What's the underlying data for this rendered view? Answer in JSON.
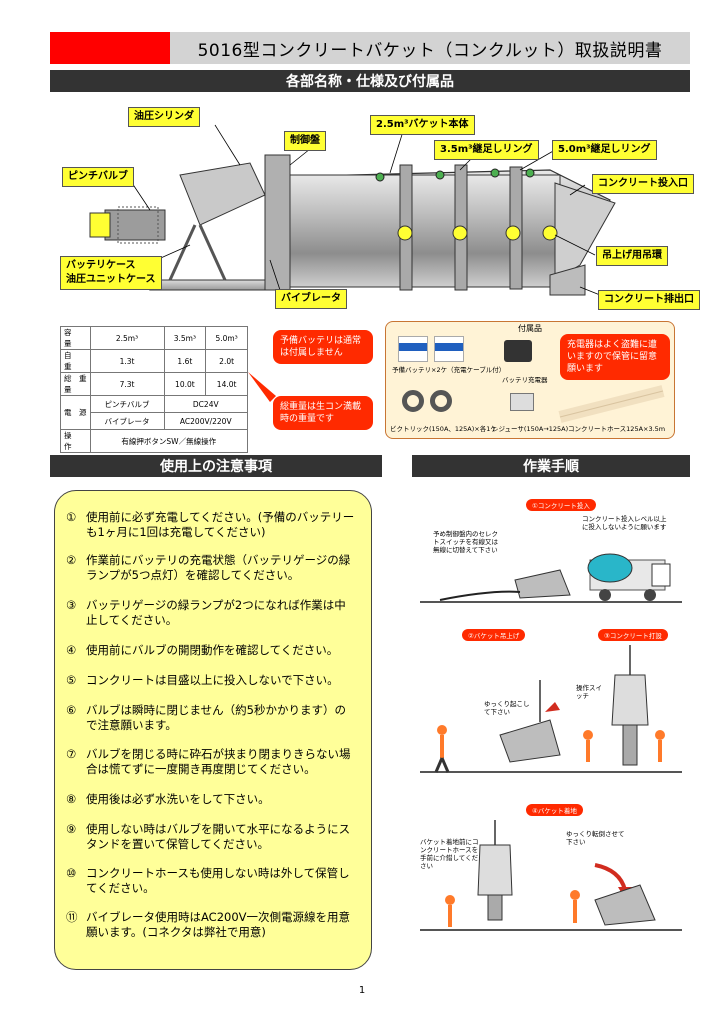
{
  "title": "5016型コンクリートバケット（コンクルット）取扱説明書",
  "section1": "各部名称・仕様及び付属品",
  "parts": {
    "hydraulic_cylinder": "油圧シリンダ",
    "control_panel": "制御盤",
    "bucket_body": "2.5m³バケット本体",
    "ext_ring_35": "3.5m³継足しリング",
    "ext_ring_50": "5.0m³継足しリング",
    "pinch_valve": "ピンチバルブ",
    "concrete_inlet": "コンクリート投入口",
    "battery_case": "バッテリケース",
    "hydraulic_unit_case": "油圧ユニットケース",
    "hook_ring": "吊上げ用吊環",
    "vibrator": "バイブレータ",
    "concrete_outlet": "コンクリート排出口"
  },
  "spec_table": {
    "header": [
      "容　　量",
      "2.5m³",
      "3.5m³",
      "5.0m³"
    ],
    "weight": [
      "自　　重",
      "1.3t",
      "1.6t",
      "2.0t"
    ],
    "gross": [
      "総　重　量",
      "7.3t",
      "10.0t",
      "14.0t"
    ],
    "power_label": "電　源",
    "pinch_label": "ピンチバルブ",
    "pinch_value": "DC24V",
    "vib_label": "バイブレータ",
    "vib_value": "AC200V/220V",
    "operation": [
      "操　　作",
      "有線押ボタンSW／無線操作"
    ]
  },
  "callouts": {
    "spare_battery": "予備バッテリは通常は付属しません",
    "gross_weight": "総重量は生コン満載時の重量です",
    "charger_theft": "充電器はよく盗難に遭いますので保管に留意願います"
  },
  "accessories": {
    "title": "付属品",
    "battery": "予備バッテリ×2ケ（充電ケーブル付）",
    "charger": "バッテリ充電器",
    "victaulic": "ビクトリック(150A、125A)×各1ケ",
    "reducer": "レジューサ(150A→125A)",
    "hose": "コンクリートホース125A×3.5m"
  },
  "section2": "使用上の注意事項",
  "section3": "作業手順",
  "notes": [
    {
      "num": "①",
      "text": "使用前に必ず充電してください。(予備のバッテリーも1ヶ月に1回は充電してください)"
    },
    {
      "num": "②",
      "text": "作業前にバッテリの充電状態（バッテリゲージの緑ランプが5つ点灯）を確認してください。"
    },
    {
      "num": "③",
      "text": "バッテリゲージの緑ランプが2つになれば作業は中止してください。"
    },
    {
      "num": "④",
      "text": "使用前にバルブの開閉動作を確認してください。"
    },
    {
      "num": "⑤",
      "text": "コンクリートは目盛以上に投入しないで下さい。"
    },
    {
      "num": "⑥",
      "text": "バルブは瞬時に閉じません（約5秒かかります）ので注意願います。"
    },
    {
      "num": "⑦",
      "text": "バルブを閉じる時に砕石が挟まり閉まりきらない場合は慌てずに一度開き再度閉じてください。"
    },
    {
      "num": "⑧",
      "text": "使用後は必ず水洗いをして下さい。"
    },
    {
      "num": "⑨",
      "text": "使用しない時はバルブを開いて水平になるようにスタンドを置いて保管してください。"
    },
    {
      "num": "⑩",
      "text": "コンクリートホースも使用しない時は外して保管してください。"
    },
    {
      "num": "⑪",
      "text": "バイブレータ使用時はAC200V一次側電源線を用意願います。(コネクタは弊社で用意)"
    }
  ],
  "steps": {
    "s1": "①コンクリート投入",
    "s1_note_a": "予め制御盤内のセレクトスイッチを有線又は無線に切替えて下さい",
    "s1_note_b": "コンクリート投入レベル以上に投入しないように願います",
    "s2": "②バケット吊上げ",
    "s2_note": "ゆっくり起こして下さい",
    "s3": "③コンクリート打設",
    "s3_note": "操作スイッチ",
    "s4": "④バケット着地",
    "s4_note_a": "バケット着地前にコンクリートホースを手前に介錯してください",
    "s4_note_b": "ゆっくり転倒させて下さい"
  },
  "page_number": "1"
}
